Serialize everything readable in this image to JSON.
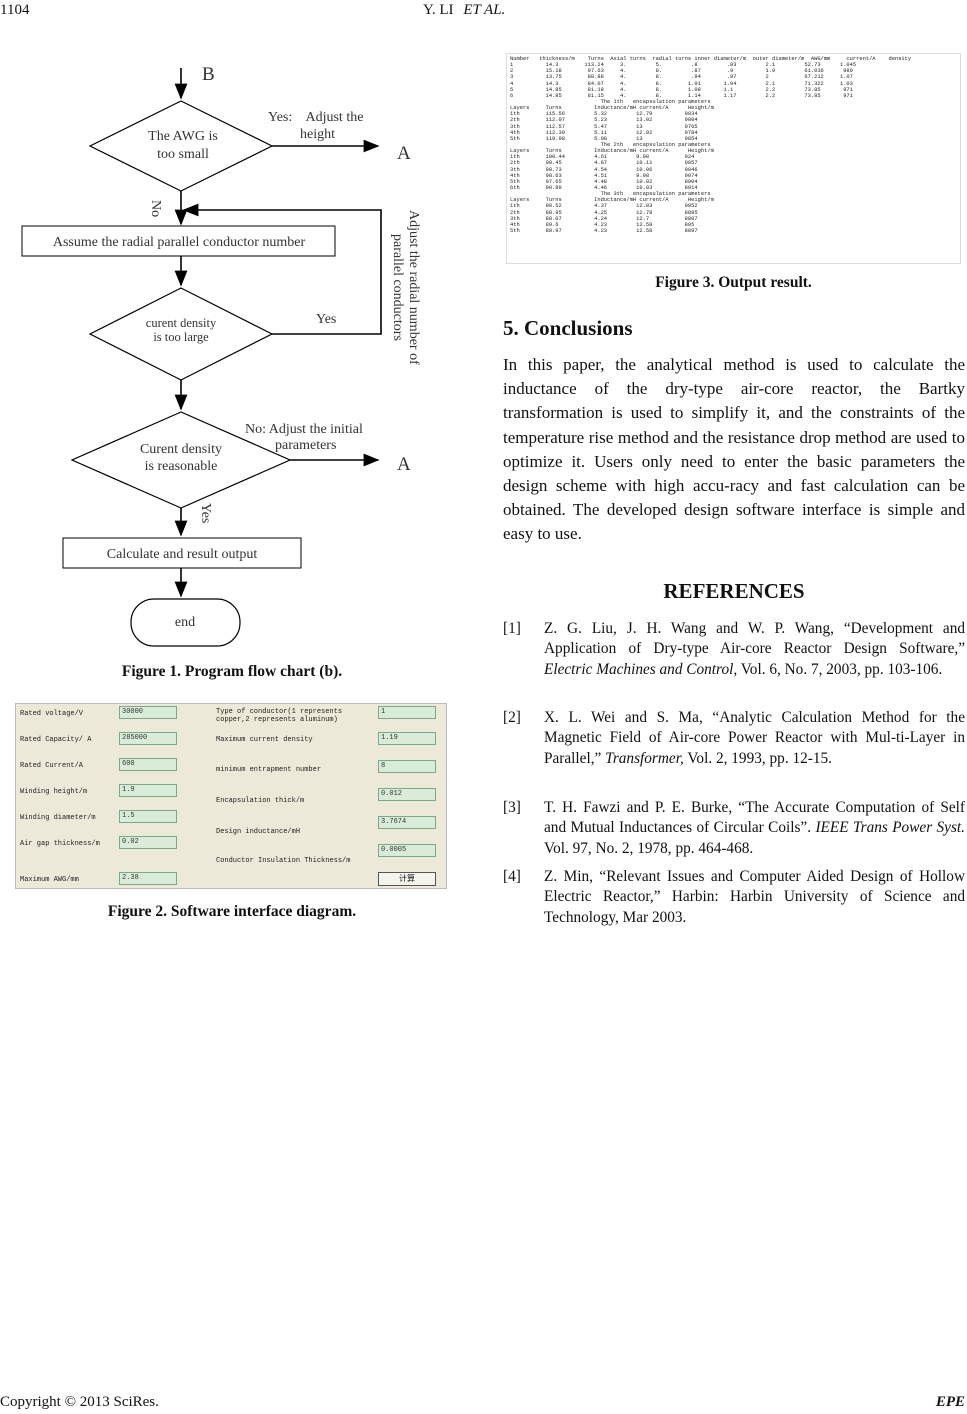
{
  "header": {
    "page_number": "1104",
    "authors": "Y. LI",
    "et_al": "ET AL."
  },
  "flowchart": {
    "label_b": "B",
    "decision1": [
      "The AWG is",
      "too small"
    ],
    "yes1": [
      "Yes:    Adjust the",
      "height"
    ],
    "label_a1": "A",
    "no1": "No",
    "process1": "Assume the radial parallel conductor number",
    "decision2": [
      "curent density",
      "is too large"
    ],
    "yes2": "Yes",
    "side_label": [
      "Adjust the radial number of",
      "parallel conductors"
    ],
    "decision3": [
      "Curent density",
      "is reasonable"
    ],
    "no3": [
      "No: Adjust the initial",
      "parameters"
    ],
    "label_a2": "A",
    "yes3": "Yes",
    "process2": "Calculate and result output",
    "terminal": "end"
  },
  "figure1_caption": "Figure 1. Program flow chart (b).",
  "software": {
    "left": [
      {
        "label": "Rated voltage/V",
        "value": "30000"
      },
      {
        "label": "Rated Capacity/ A",
        "value": "285000"
      },
      {
        "label": "Rated Current/A",
        "value": "600"
      },
      {
        "label": "Winding height/m",
        "value": "1.9"
      },
      {
        "label": "Winding diameter/m",
        "value": "1.5"
      },
      {
        "label": "Air gap thickness/m",
        "value": "0.02"
      },
      {
        "label": "Maximum AWG/mm",
        "value": "2.38"
      }
    ],
    "right": [
      {
        "label": "Type of conductor(1 represents copper,2 represents aluminum)",
        "value": "1"
      },
      {
        "label": "Maximum current density",
        "value": "1.19"
      },
      {
        "label": "minimum entrapment number",
        "value": "8"
      },
      {
        "label": "Encapsulation thick/m",
        "value": "0.012"
      },
      {
        "label": "Design inductance/mH",
        "value": "3.7674"
      },
      {
        "label": "Conductor Insulation Thickness/m",
        "value": "0.0005"
      }
    ],
    "button": "计算"
  },
  "figure2_caption": "Figure 2. Software interface diagram.",
  "output_rows": [
    "Number   thickness/m    Turns  Axial turns  radial turns inner diameter/m  outer diameter/m  AWG/mm     current/A    density",
    "1          14.3        113.24     3.         5.         .8         .83         2.1         52.73      1.045",
    "2          15.18        97.63     4.         8.         .87        .9          1.9         61.036      989",
    "3          13.75        88.88     4.         8.         .94        .97         2           67.212     1.07",
    "4          14.3         84.07     4.         8.        1.01       1.04         2.1         71.322     1.03",
    "5          14.85        81.18     4.         8.        1.08       1.1          2.2         73.85       971",
    "6          14.85        81.15     4.         8.        1.14       1.17         2.2         73.85       971",
    "                            The 1th   encapsulation parameters",
    "Layers     Turns          Inductance/mH current/A      Height/m",
    "1th        115.56         5.32         12.79          9034",
    "2th        112.07         5.23         13.02          9004",
    "3th        112.57         5.47         13             9765",
    "4th        112.39         5.11         12.92          9784",
    "5th        119.98         5.08         13             9854",
    "                            The 2th   encapsulation parameters",
    "Layers     Turns          Inductance/mH current/A      Height/m",
    "1th        100.44         4.61         9.98           924",
    "2th        98.45          4.87         10.11          9057",
    "3th        98.73          4.54         10.06          9046",
    "4th        98.63          4.51         9.98           9074",
    "5th        97.65          4.48         10.02          8904",
    "6th        98.89          4.46         10.03          8914",
    "                            The 3th   encapsulation parameters",
    "Layers     Turns          Inductance/mH current/A      Height/m",
    "1th        90.52          4.37         12.83          9052",
    "2th        88.95          4.25         12.78          8895",
    "3th        88.07          4.24         12.7           8807",
    "4th        89.6           4.23         12.58          895",
    "5th        88.97          4.23         12.58          8897"
  ],
  "figure3_caption": "Figure 3. Output result.",
  "section_title": "5. Conclusions",
  "conclusions": "In this paper, the analytical method is used to calculate the inductance of the dry-type air-core reactor, the Bartky transformation is used to simplify it, and the constraints of the temperature rise method and the resistance drop method are used to optimize it. Users only need to enter the basic parameters the design scheme with high accu-racy and fast calculation can be obtained. The developed design software interface is simple and easy to use.",
  "references_title": "REFERENCES",
  "references": [
    {
      "num": "[1]",
      "pre": "Z. G. Liu, J. H. Wang and W. P. Wang, “Development and Application of Dry-type Air-core Reactor Design Software,” ",
      "venue": "Electric Machines and Control,",
      "post": " Vol. 6, No. 7, 2003, pp. 103-106."
    },
    {
      "num": "[2]",
      "pre": "X. L. Wei and S. Ma, “Analytic Calculation Method for the Magnetic Field of Air-core Power Reactor with Mul-ti-Layer in Parallel,” ",
      "venue": "Transformer,",
      "post": " Vol. 2, 1993, pp. 12-15."
    },
    {
      "num": "[3]",
      "pre": "T. H. Fawzi and P. E. Burke, “The Accurate Computation of Self and Mutual Inductances of Circular Coils”. ",
      "venue": "IEEE Trans Power Syst.",
      "post": " Vol. 97, No. 2, 1978, pp. 464-468."
    },
    {
      "num": "[4]",
      "pre": "Z. Min, “Relevant Issues and Computer Aided Design of Hollow Electric Reactor,” Harbin: Harbin University of Science and Technology, Mar 2003.",
      "venue": "",
      "post": ""
    }
  ],
  "footer": {
    "copyright": "Copyright © 2013 SciRes.",
    "journal": "EPE"
  }
}
